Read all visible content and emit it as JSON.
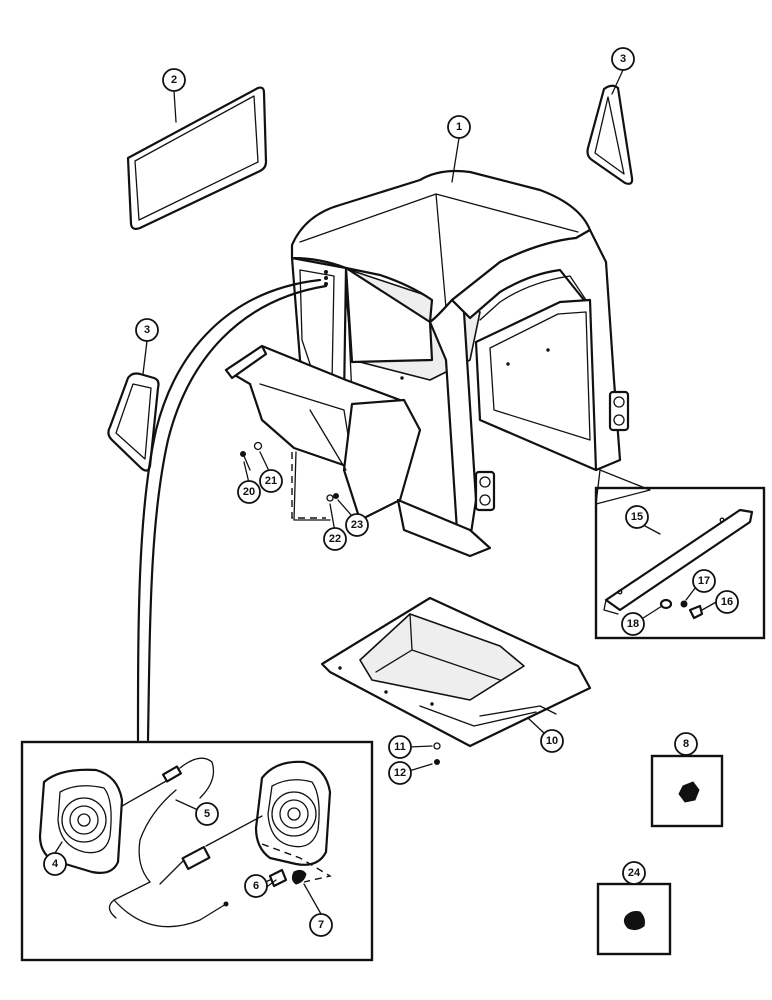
{
  "callouts": {
    "c1": "1",
    "c2": "2",
    "c3a": "3",
    "c3b": "3",
    "c4": "4",
    "c5": "5",
    "c6": "6",
    "c7": "7",
    "c8": "8",
    "c10": "10",
    "c11": "11",
    "c12": "12",
    "c15": "15",
    "c16": "16",
    "c17": "17",
    "c18": "18",
    "c20": "20",
    "c21": "21",
    "c22": "22",
    "c23": "23",
    "c24": "24"
  }
}
